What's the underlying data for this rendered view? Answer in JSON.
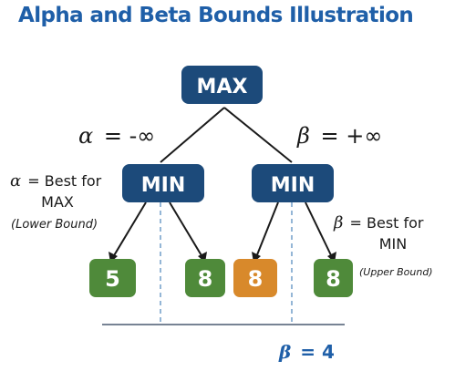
{
  "title": "Alpha and Beta Bounds Illustration",
  "colors": {
    "node_blue": "#1c4a7a",
    "leaf_green": "#4f8a3a",
    "leaf_orange": "#d8892b",
    "title_blue": "#1f5fa8",
    "dashed": "#5b8fc0"
  },
  "nodes": {
    "root": "MAX",
    "min_left": "MIN",
    "min_right": "MIN",
    "leaves": [
      "5",
      "8",
      "8",
      "8"
    ]
  },
  "labels": {
    "alpha_symbol": "α",
    "alpha_initial_value": "= -∞",
    "beta_symbol": "β",
    "beta_initial_value": "= +∞",
    "alpha_desc_line1": "= Best for",
    "alpha_desc_line2": "MAX",
    "alpha_desc_line3": "(Lower Bound)",
    "beta_desc_line1": "= Best for",
    "beta_desc_line2": "MIN",
    "beta_desc_line3": "(Upper Bound)",
    "beta_final_symbol": "β",
    "beta_final_value": "= 4"
  }
}
